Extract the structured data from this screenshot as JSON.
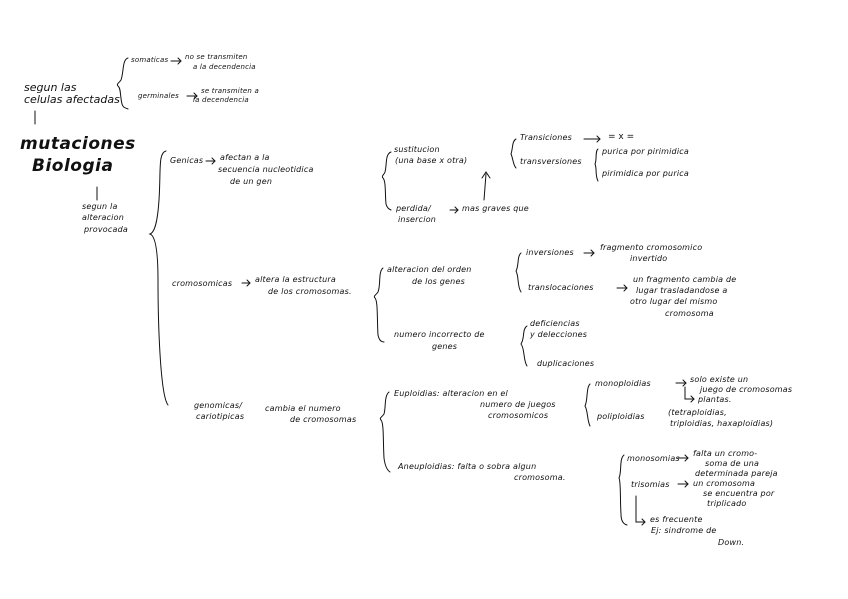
{
  "title": [
    "mutaciones",
    "Biologia"
  ],
  "celulas": {
    "header": [
      "segun las",
      "celulas afectadas"
    ],
    "somaticas": {
      "label": "somaticas",
      "desc": [
        "no se transmiten",
        "a la decendencia"
      ]
    },
    "germinales": {
      "label": "germinales",
      "desc": [
        "se transmiten a",
        "la decendencia"
      ]
    }
  },
  "alteracion": {
    "header": [
      "segun la",
      "alteracion",
      "provocada"
    ]
  },
  "genicas": {
    "label": "Genicas",
    "desc": [
      "afectan a la",
      "secuencia nucleotidica",
      "de un gen"
    ],
    "sustitucion": {
      "label": [
        "sustitucion",
        "(una base x otra)"
      ]
    },
    "transiciones": {
      "label": "Transiciones",
      "value": "= x ="
    },
    "transversiones": {
      "label": "transversiones",
      "items": [
        "purica por pirimidica",
        "pirimidica por purica"
      ]
    },
    "perdida": {
      "label": [
        "perdida/",
        "insercion"
      ],
      "desc": "mas graves que"
    }
  },
  "cromosomicas": {
    "label": "cromosomicas",
    "desc": [
      "altera la estructura",
      "de los cromosomas."
    ],
    "alteracion_orden": {
      "label": [
        "alteracion del orden",
        "de los genes"
      ]
    },
    "inversiones": {
      "label": "inversiones",
      "desc": [
        "fragmento cromosomico",
        "invertido"
      ]
    },
    "translocaciones": {
      "label": "translocaciones",
      "desc": [
        "un fragmento cambia de",
        "lugar trasladandose a",
        "otro lugar del mismo",
        "cromosoma"
      ]
    },
    "numero": {
      "label": [
        "numero incorrecto de",
        "genes"
      ]
    },
    "deficiencias": {
      "label": [
        "deficiencias",
        "y delecciones"
      ]
    },
    "duplicaciones": {
      "label": "duplicaciones"
    }
  },
  "genomicas": {
    "label": [
      "genomicas/",
      "cariotipicas"
    ],
    "desc": [
      "cambia el numero",
      "de cromosomas"
    ],
    "euploidias": {
      "label": [
        "Euploidias: alteracion en el",
        "numero de juegos",
        "cromosomicos"
      ]
    },
    "monoploidias": {
      "label": "monoploidias",
      "desc": [
        "solo existe un",
        "juego de cromosomas"
      ],
      "extra": "plantas."
    },
    "poliploidias": {
      "label": "poliploidias",
      "desc": [
        "(tetraploidias,",
        "triploidias, haxaploidias)"
      ]
    },
    "aneuploidias": {
      "label": [
        "Aneuploidias: falta o sobra algun",
        "cromosoma."
      ]
    },
    "monosomias": {
      "label": "monosomias",
      "desc": [
        "falta un cromo-",
        "soma de una",
        "determinada pareja"
      ]
    },
    "trisomias": {
      "label": "trisomias",
      "desc": [
        "un cromosoma",
        "se encuentra por",
        "triplicado"
      ]
    },
    "frecuente": {
      "label": [
        "es frecuente",
        "Ej: sindrome de",
        "Down."
      ]
    }
  }
}
